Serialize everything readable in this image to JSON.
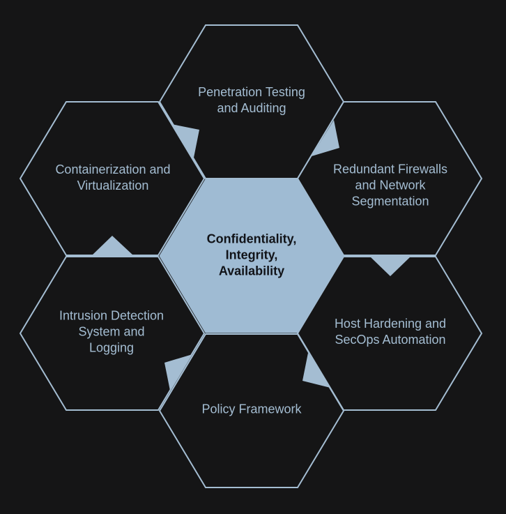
{
  "diagram": {
    "center": {
      "text": "Confidentiality,\nIntegrity,\nAvailability"
    },
    "hexagons": [
      {
        "id": "top",
        "text": "Penetration Testing\nand Auditing"
      },
      {
        "id": "upper-right",
        "text": "Redundant Firewalls\nand Network\nSegmentation"
      },
      {
        "id": "lower-right",
        "text": "Host Hardening and\nSecOps Automation"
      },
      {
        "id": "bottom",
        "text": "Policy Framework"
      },
      {
        "id": "lower-left",
        "text": "Intrusion Detection\nSystem and\nLogging"
      },
      {
        "id": "upper-left",
        "text": "Containerization and\nVirtualization"
      }
    ],
    "colors": {
      "background": "#151516",
      "center_fill": "#9fbbd3",
      "outline": "#a4bdd2",
      "text": "#a4bdd2",
      "center_text": "#111318"
    }
  }
}
